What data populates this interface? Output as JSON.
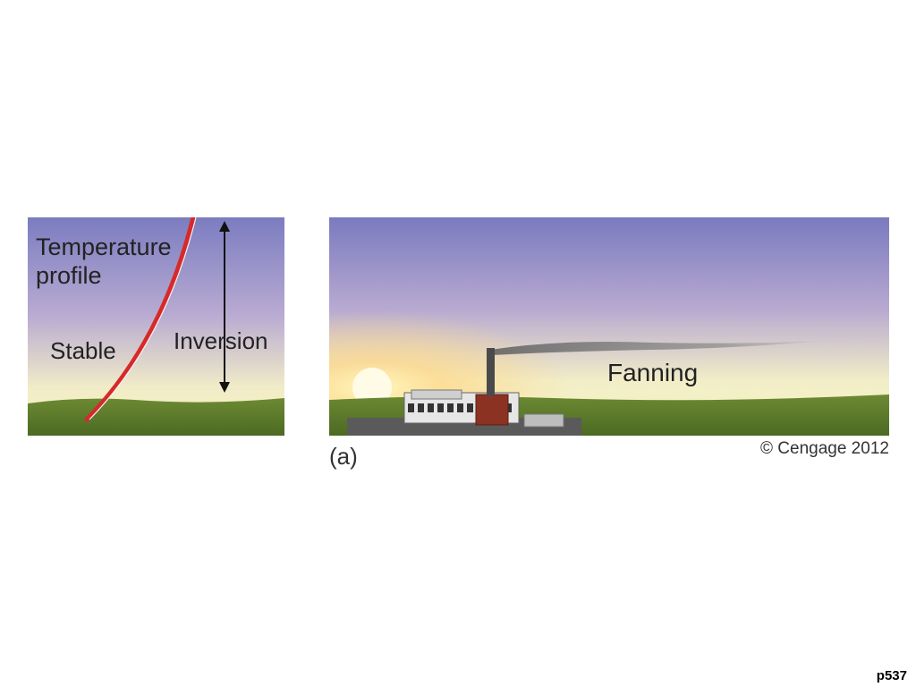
{
  "labels": {
    "temperature_profile_line1": "Temperature",
    "temperature_profile_line2": "profile",
    "stable": "Stable",
    "inversion": "Inversion",
    "fanning": "Fanning",
    "panel_letter": "(a)",
    "copyright": "© Cengage 2012",
    "page_number": "p537"
  },
  "colors": {
    "sky_top": "#7a7abf",
    "sky_mid": "#b8a9d0",
    "sky_horizon": "#f4efc2",
    "ground": "#5a7a2a",
    "temperature_curve": "#d62a2a",
    "smoke": "#7a7a7a"
  },
  "icons": {
    "sun": "sun-icon",
    "factory": "factory-icon",
    "smokestack": "smokestack-icon",
    "inversion_arrow": "double-arrow-icon"
  }
}
